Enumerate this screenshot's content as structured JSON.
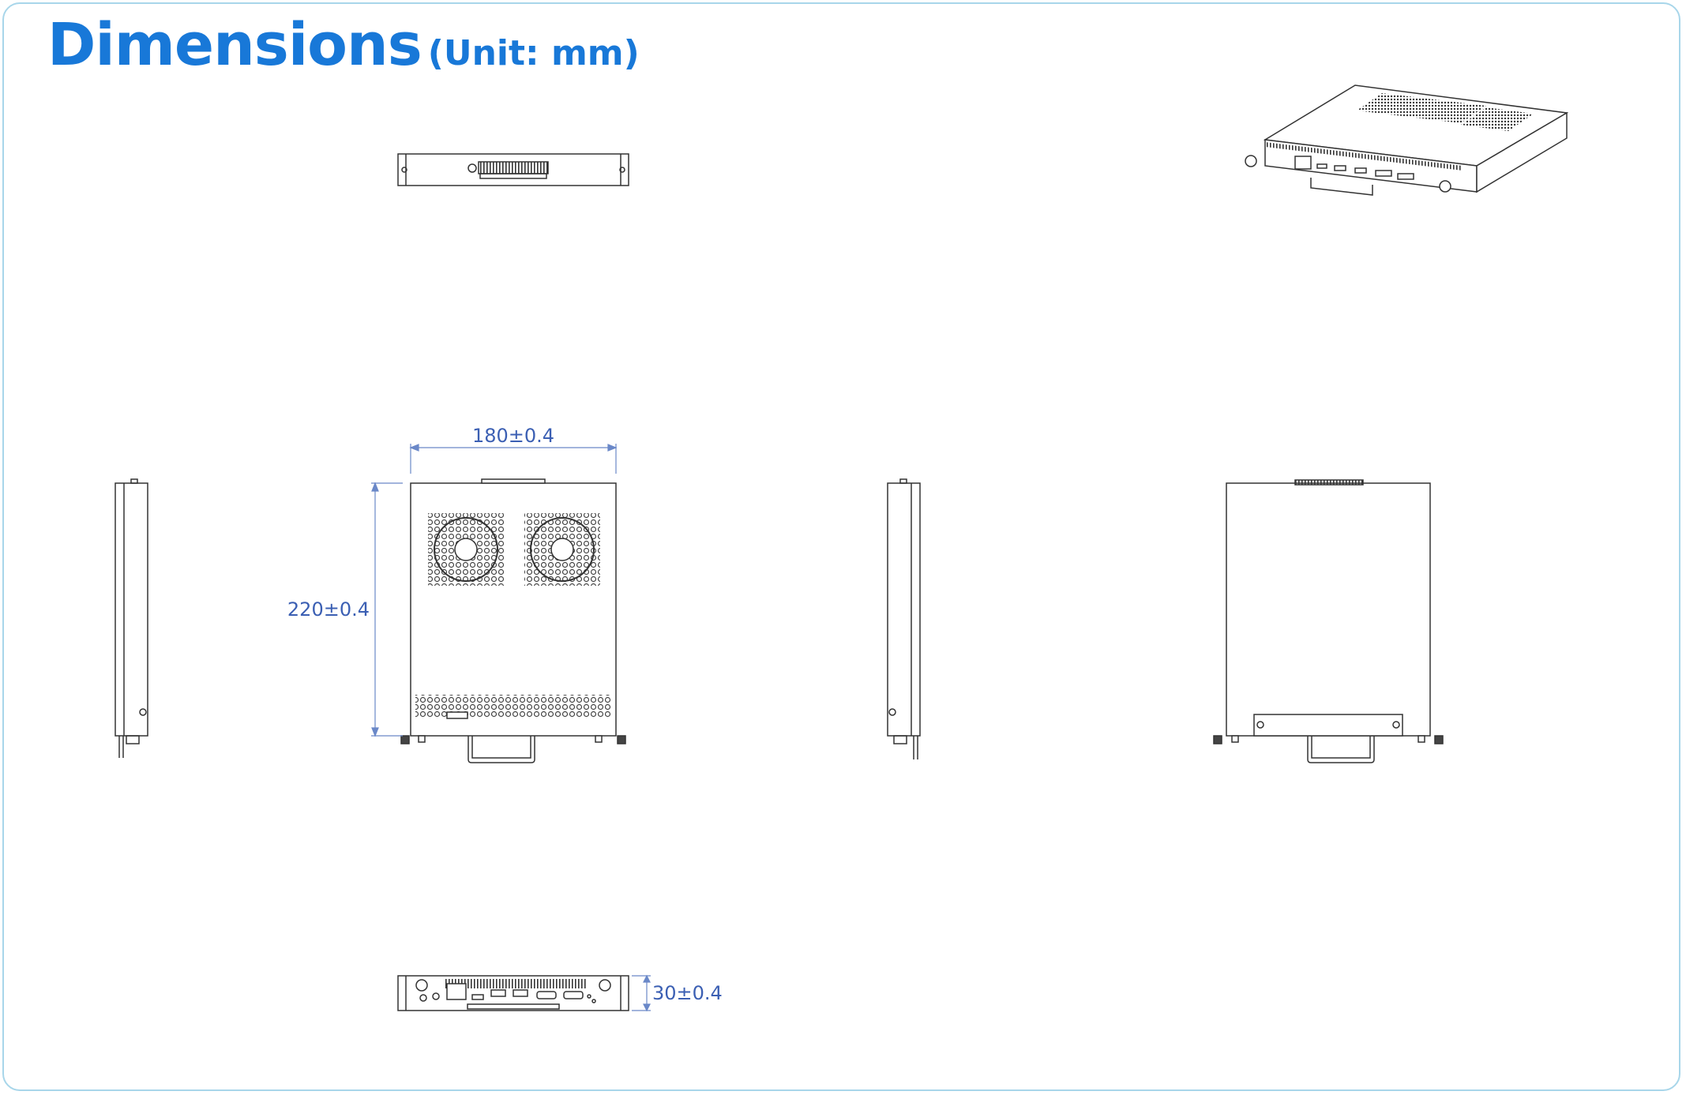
{
  "title": {
    "main": "Dimensions",
    "unit": "(Unit: mm)"
  },
  "dimensions": {
    "width": "180±0.4",
    "depth": "220±0.4",
    "height": "30±0.4"
  },
  "colors": {
    "title": "#1878d8",
    "dimension_text": "#3b5fb3",
    "dimension_line": "#6a88c8",
    "outline": "#333333",
    "frame": "#a8d6ea"
  }
}
